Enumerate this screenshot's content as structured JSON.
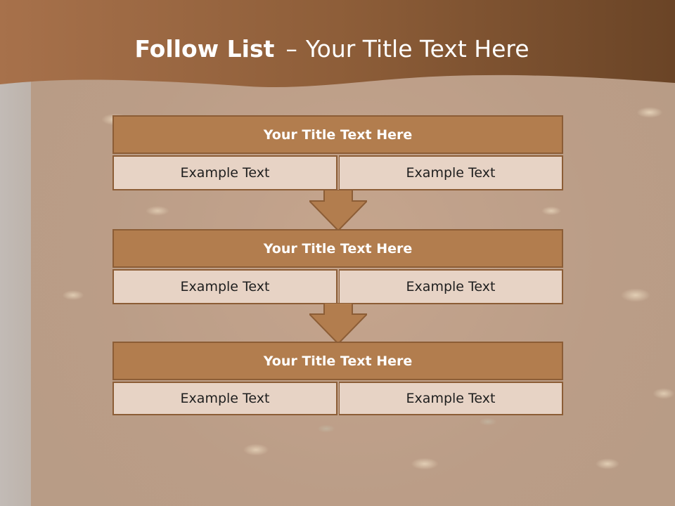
{
  "slide": {
    "title_bold": "Follow List",
    "title_dash": "–",
    "title_rest": "Your Title Text Here"
  },
  "blocks": [
    {
      "title": "Your Title Text Here",
      "left": "Example Text",
      "right": "Example Text"
    },
    {
      "title": "Your Title Text Here",
      "left": "Example Text",
      "right": "Example Text"
    },
    {
      "title": "Your Title Text Here",
      "left": "Example Text",
      "right": "Example Text"
    }
  ],
  "colors": {
    "header": "#7a4f2e",
    "block_title": "#b27d4e",
    "block_cell": "#e7d3c5",
    "border": "#8c5d36",
    "arrow": "#b27d4e"
  },
  "icons": {
    "connector": "arrow-down-icon"
  }
}
